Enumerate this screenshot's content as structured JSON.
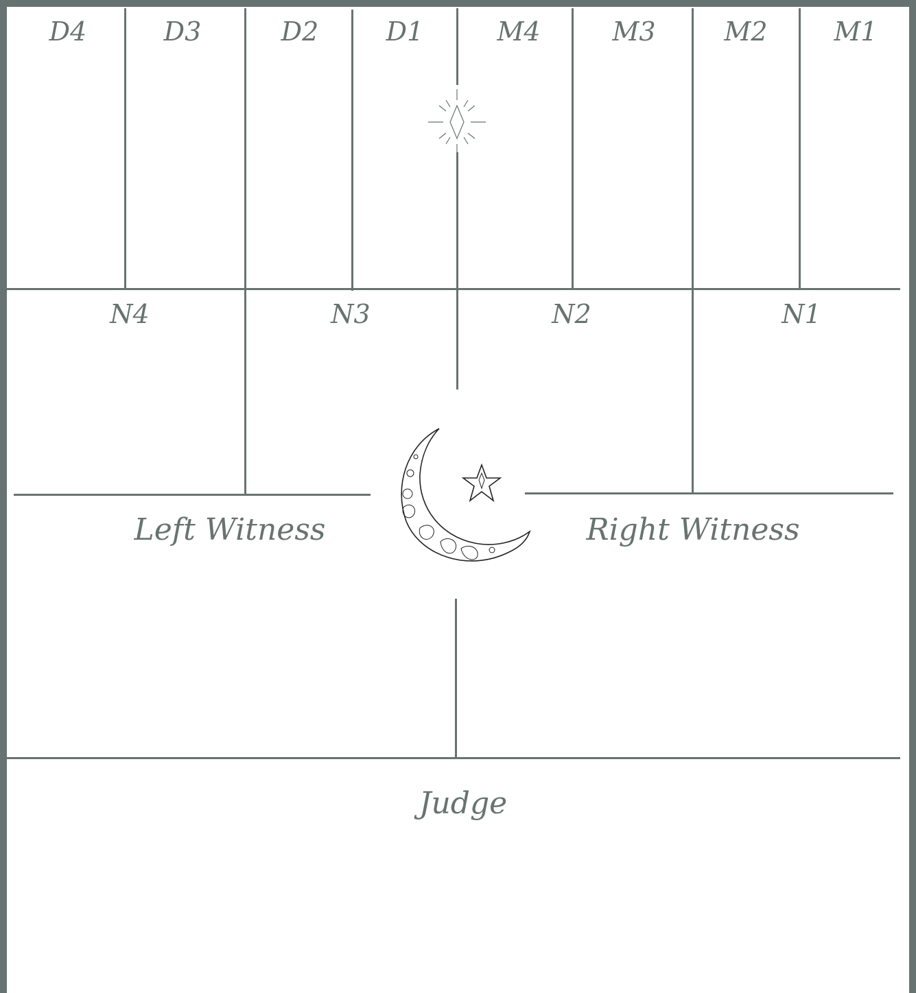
{
  "chart_labels": {
    "top_cells": [
      "D4",
      "D3",
      "D2",
      "D1",
      "M4",
      "M3",
      "M2",
      "M1"
    ],
    "middle_cells": [
      "N4",
      "N3",
      "N2",
      "N1"
    ],
    "left_witness": "Left Witness",
    "right_witness": "Right Witness",
    "judge": "Judge"
  },
  "icons": {
    "top": "sparkle-diamond-icon",
    "center": "crescent-moon-star-icon"
  },
  "colors": {
    "line": "#677370",
    "ink": "#222222"
  }
}
